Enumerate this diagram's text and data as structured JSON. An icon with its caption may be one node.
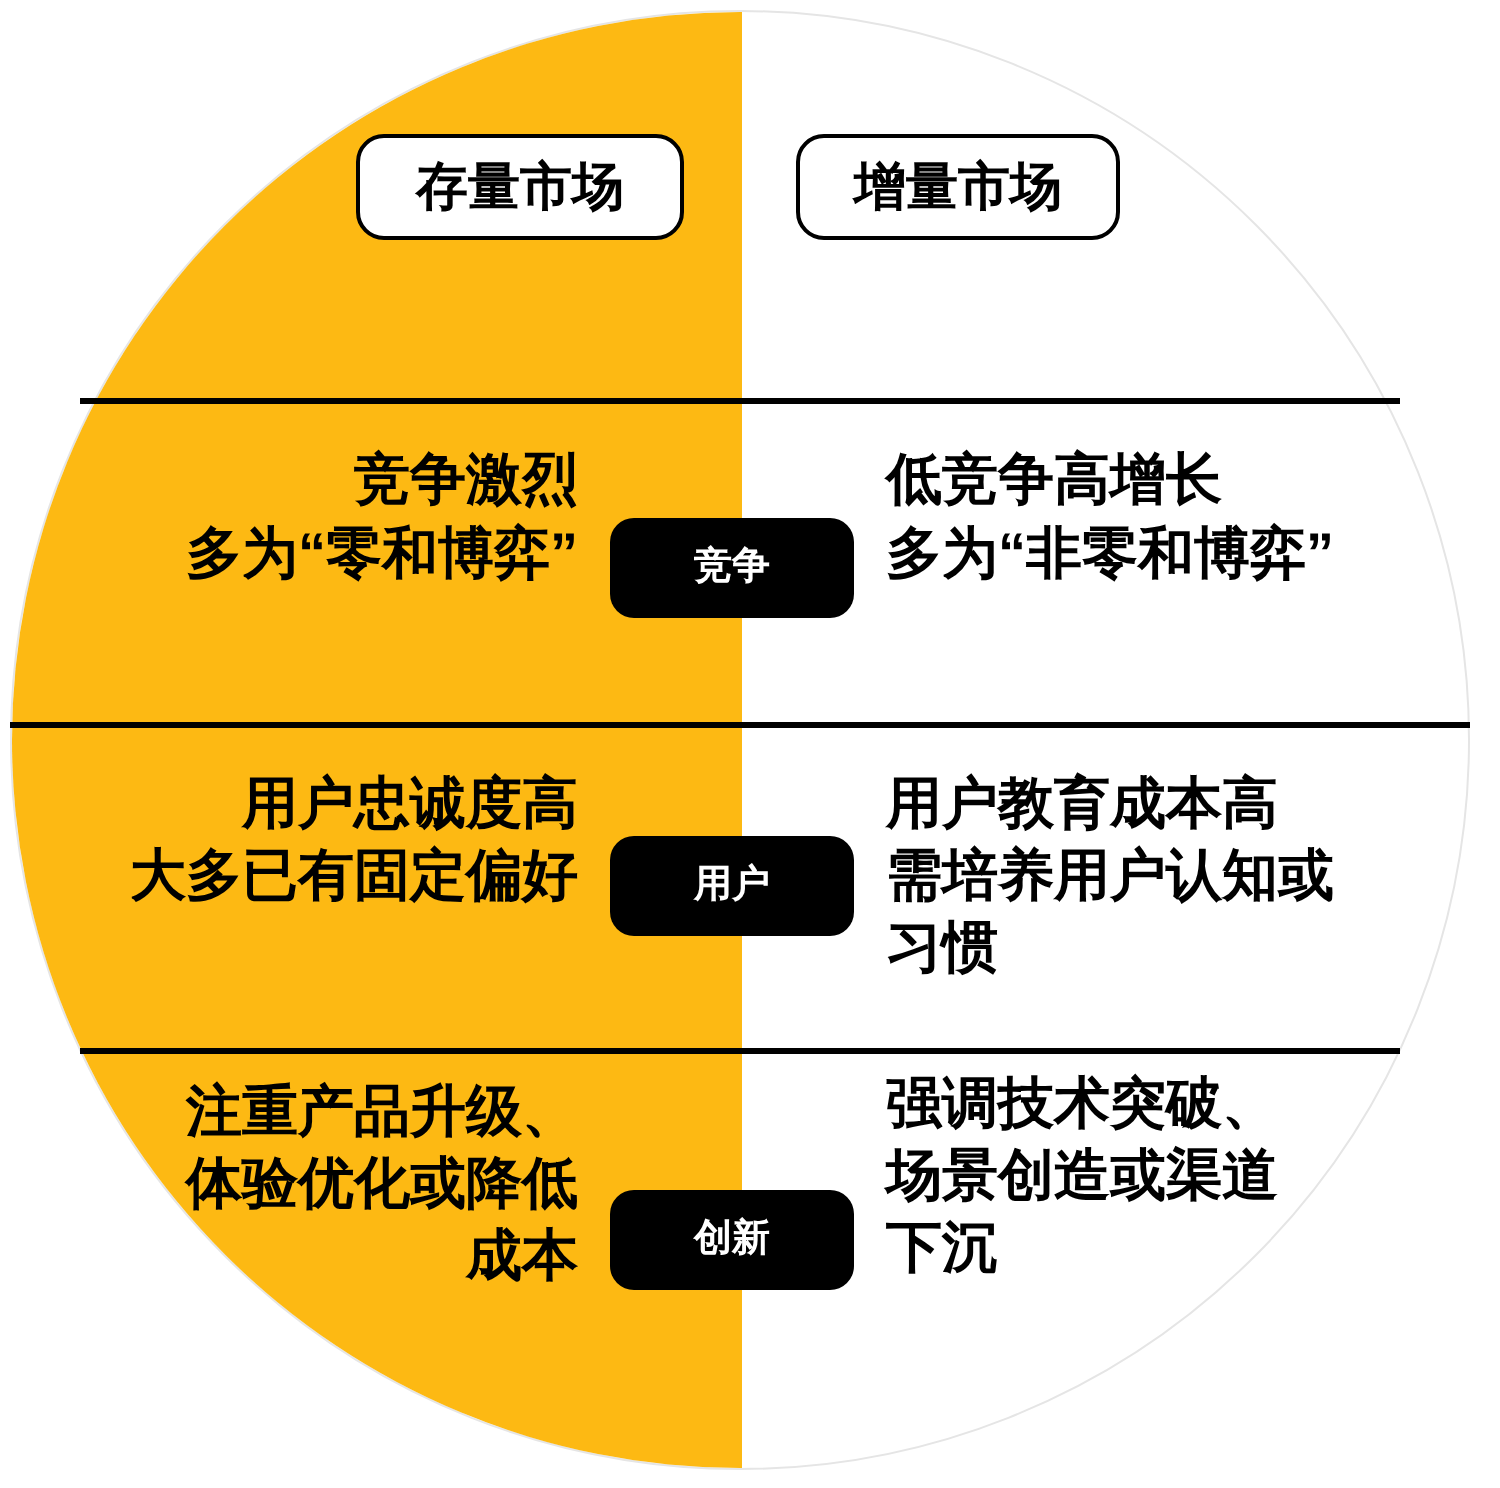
{
  "diagram": {
    "nodes": [
      {
        "text": [
          "存量市场"
        ]
      },
      {
        "text": [
          "增量市场"
        ]
      },
      {
        "text": [
          "竞争"
        ]
      },
      {
        "text": [
          "用户"
        ]
      },
      {
        "text": [
          "创新"
        ]
      }
    ],
    "labels": [
      "竞争激烈",
      "多为“零和博弈”",
      "低竞争高增长",
      "多为“非零和博弈”",
      "用户忠诚度高",
      "大多已有固定偏好",
      "用户教育成本高",
      "需培养用户认知或习惯",
      "注重产品升级、体验优化或降低成本",
      "强调技术突破、场景创造或渠道下沉"
    ]
  }
}
